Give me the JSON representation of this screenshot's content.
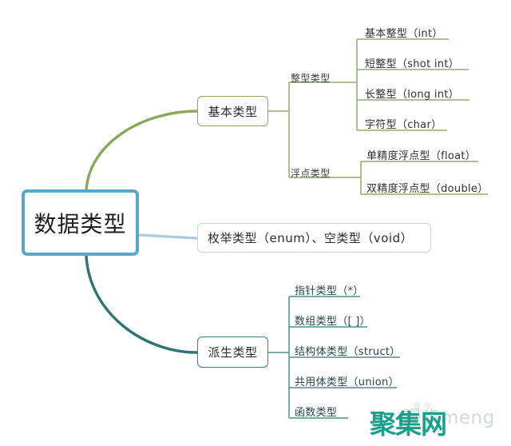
{
  "diagram": {
    "type": "mind-map",
    "title": "数据类型",
    "root": {
      "label": "数据类型",
      "color": "#5aa8c8"
    },
    "branches": [
      {
        "id": "basic",
        "label": "基本类型",
        "color": "#8aa85c",
        "groups": [
          {
            "label": "整型类型",
            "leaves": [
              "基本整型（int）",
              "短整型（shot int）",
              "长整型（long int）",
              "字符型（char）"
            ]
          },
          {
            "label": "浮点类型",
            "leaves": [
              "单精度浮点型（float）",
              "双精度浮点型（double）"
            ]
          }
        ]
      },
      {
        "id": "enum",
        "label": "枚举类型（enum）、空类型（void）",
        "color": "#bcd6e8",
        "groups": []
      },
      {
        "id": "derived",
        "label": "派生类型",
        "color": "#3c7f85",
        "groups": [
          {
            "label": "",
            "leaves": [
              "指针类型（*）",
              "数组类型（[ ]）",
              "结构体类型（struct）",
              "共用体类型（union）",
              "函数类型"
            ]
          }
        ]
      }
    ]
  },
  "watermark": {
    "main": "聚集网",
    "ghost": "漫步meng",
    "ghost_small": "漫步"
  },
  "colors": {
    "background": "#ffffff",
    "root_border": "#5aa8c8",
    "basic_branch": "#8aa85c",
    "enum_branch": "#bcd6e8",
    "derived_branch": "#3c7f85",
    "watermark": "#18a08c"
  }
}
